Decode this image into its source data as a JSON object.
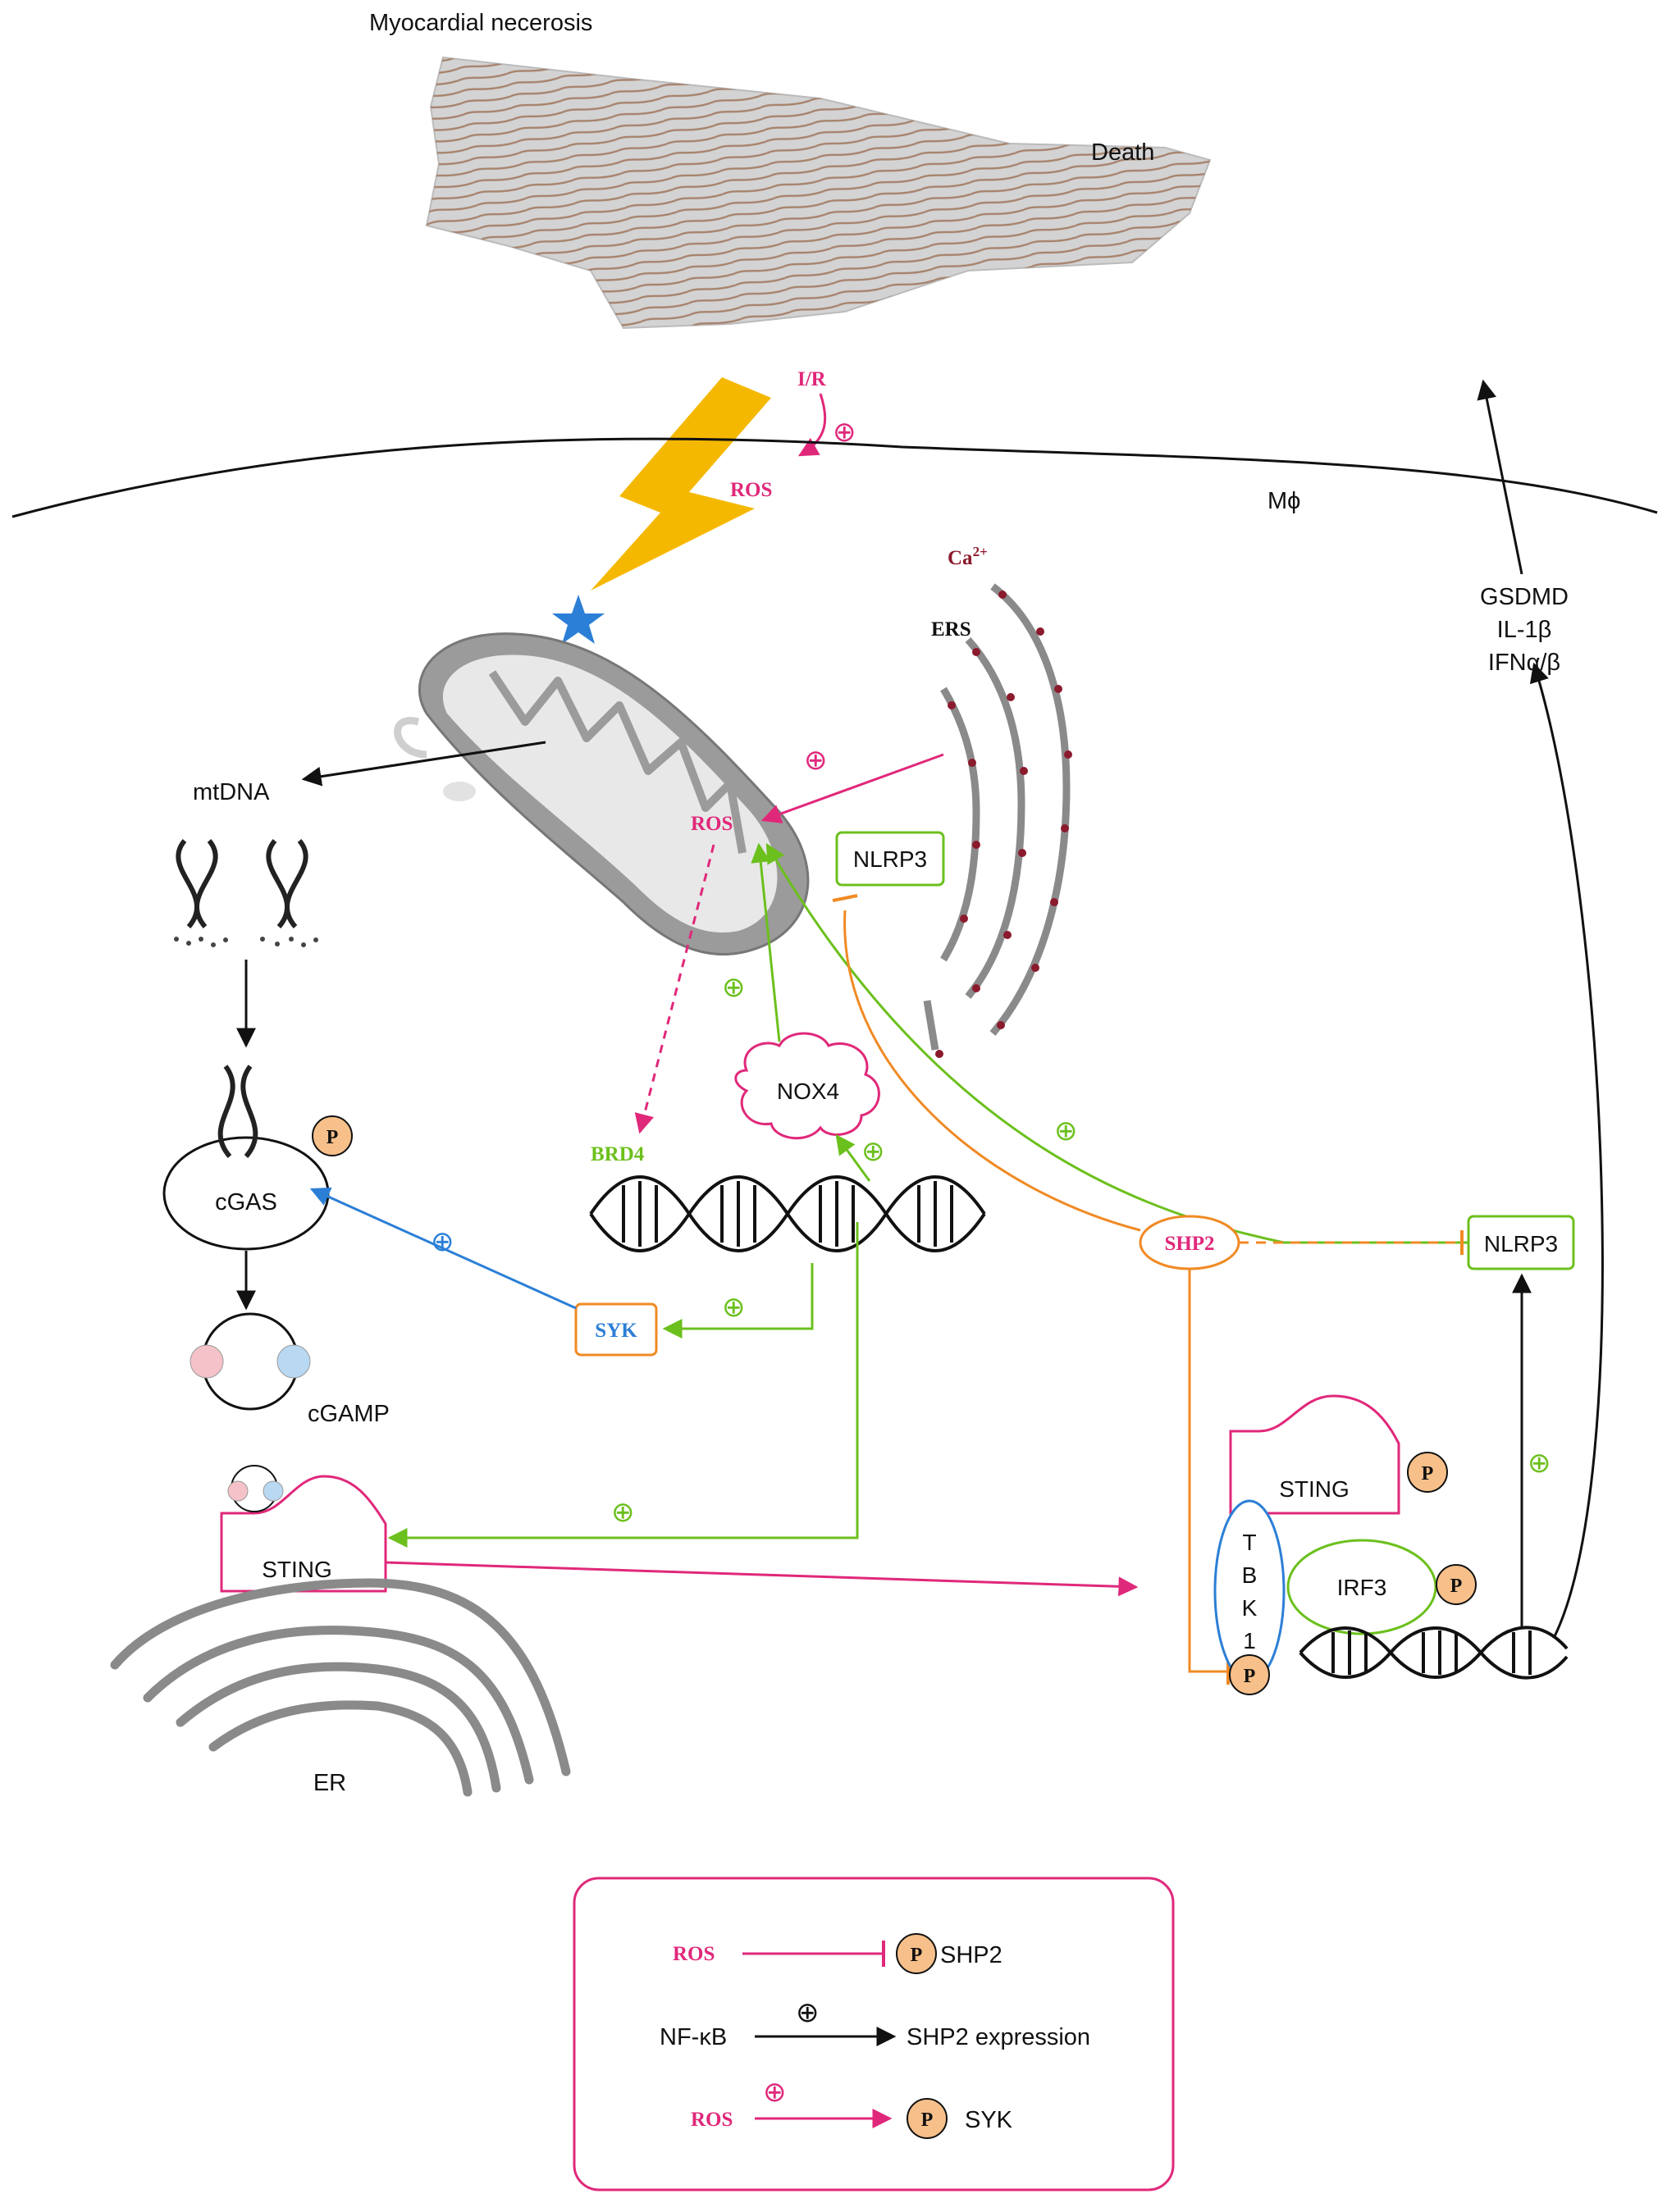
{
  "labels": {
    "myocardial_necrosis": "Myocardial necerosis",
    "death": "Death",
    "ir": "I/R",
    "ros_top": "ROS",
    "macrophage": "Mϕ",
    "ca2": "Ca",
    "ca2_sup": "2+",
    "ers": "ERS",
    "mtdna": "mtDNA",
    "ros_mito": "ROS",
    "nlrp3_mito": "NLRP3",
    "nox4": "NOX4",
    "brd4": "BRD4",
    "cgas": "cGAS",
    "cgamp": "cGAMP",
    "syk": "SYK",
    "shp2": "SHP2",
    "nlrp3_right": "NLRP3",
    "sting_left": "STING",
    "sting_right": "STING",
    "tbk1": [
      "T",
      "B",
      "K",
      "1"
    ],
    "irf3": "IRF3",
    "er": "ER",
    "gsdmd": "GSDMD",
    "il1b": "IL-1β",
    "ifn": "IFNα/β",
    "p": "P",
    "plus": "⊕"
  },
  "legend": {
    "row1_left": "ROS",
    "row1_right": "SHP2",
    "row2_left": "NF-κB",
    "row2_right": "SHP2 expression",
    "row3_left": "ROS",
    "row3_right": "SYK"
  },
  "colors": {
    "pink": "#e0287a",
    "green": "#6cc01d",
    "orange": "#f08a24",
    "blue": "#2c7fd6",
    "gold": "#f5b800",
    "phospho": "#f7c08a"
  }
}
